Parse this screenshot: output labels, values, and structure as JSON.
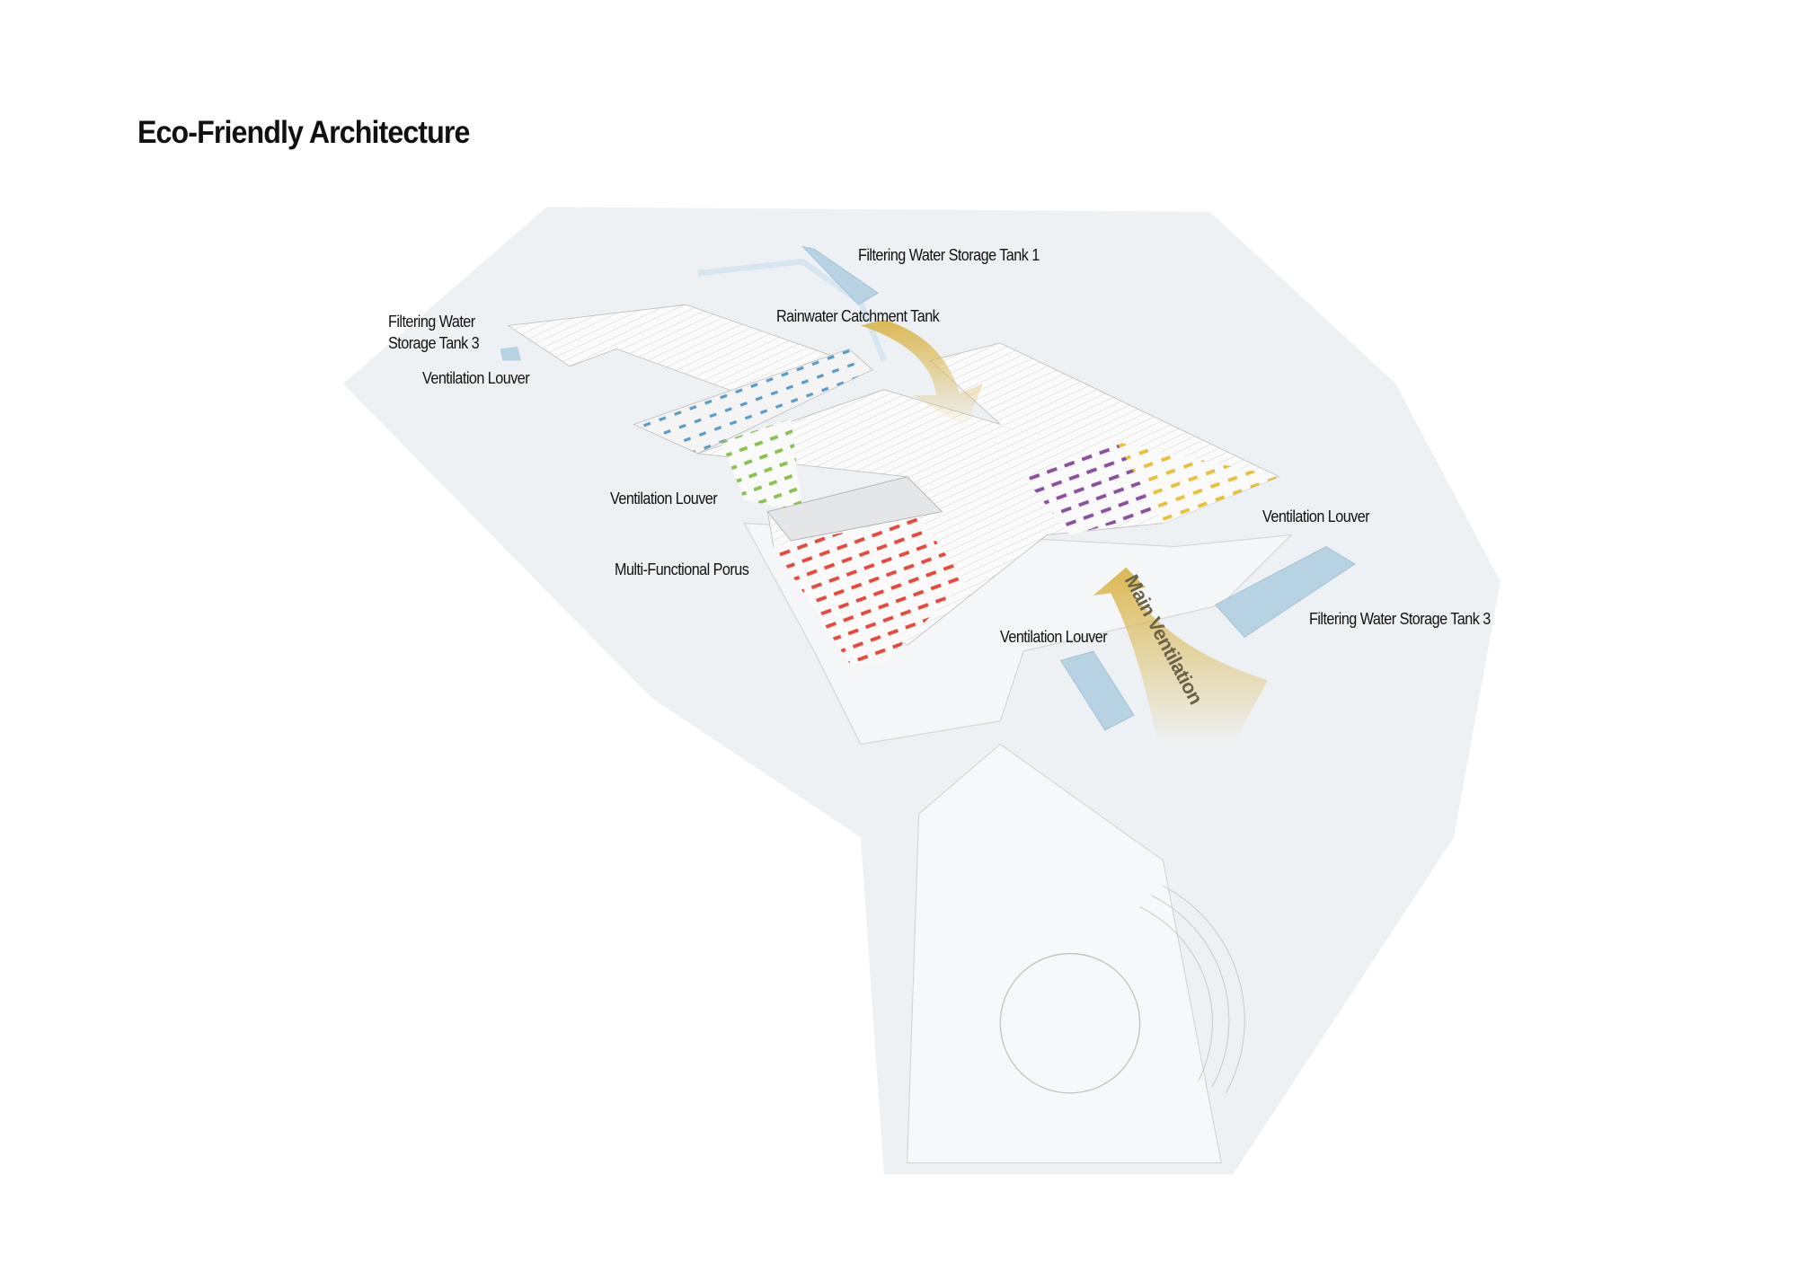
{
  "title": "Eco-Friendly Architecture",
  "labels": {
    "tank1": "Filtering Water Storage Tank 1",
    "tank3_left_line1": "Filtering Water",
    "tank3_left_line2": "Storage Tank 3",
    "louver_top_left": "Ventilation Louver",
    "rainwater": "Rainwater Catchment Tank",
    "louver_mid_left": "Ventilation Louver",
    "porus": "Multi-Functional Porus",
    "louver_right": "Ventilation Louver",
    "louver_bottom": "Ventilation Louver",
    "tank3_right": "Filtering Water Storage Tank 3",
    "main_ventilation": "Main Ventilation"
  },
  "colors": {
    "water": "#b7d3e3",
    "airflow": "#d9b54a",
    "ground": "#eef1f4"
  }
}
